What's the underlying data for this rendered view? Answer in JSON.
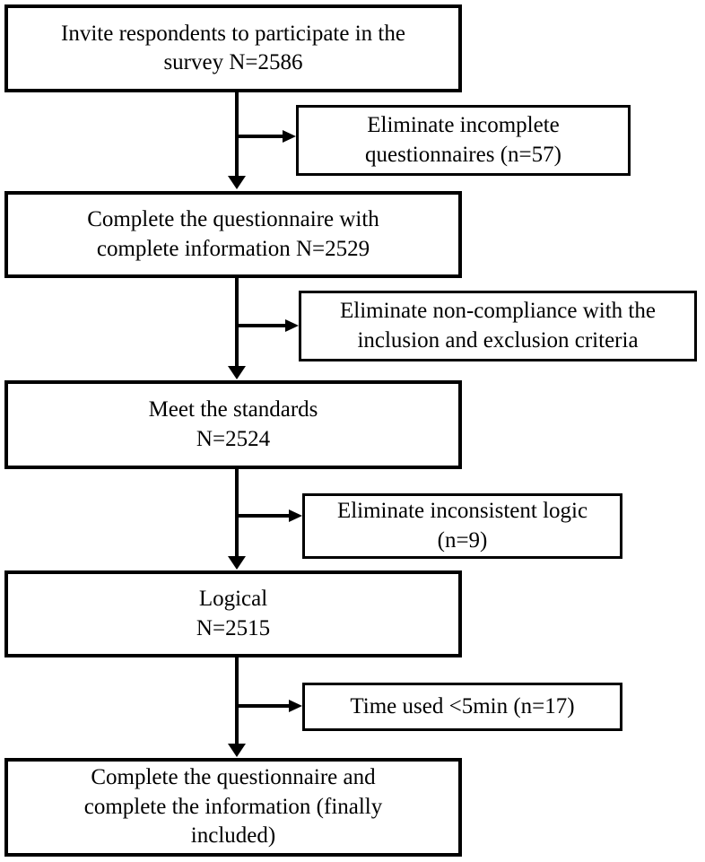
{
  "diagram": {
    "type": "flowchart",
    "background_color": "#ffffff",
    "line_color": "#000000",
    "main_boxes": [
      {
        "id": "invite",
        "label": "Invite respondents to participate in the\nsurvey N=2586",
        "n": 2586
      },
      {
        "id": "complete-information",
        "label": "Complete the questionnaire with\ncomplete information N=2529",
        "n": 2529
      },
      {
        "id": "meet-standards",
        "label": "Meet the standards\nN=2524",
        "n": 2524
      },
      {
        "id": "logical",
        "label": "Logical\nN=2515",
        "n": 2515
      },
      {
        "id": "finally-included",
        "label": "Complete the questionnaire and\ncomplete the information (finally\nincluded)"
      }
    ],
    "exclusion_boxes": [
      {
        "id": "incomplete-questionnaires",
        "label": "Eliminate incomplete\nquestionnaires (n=57)",
        "n_excluded": 57
      },
      {
        "id": "criteria-noncompliance",
        "label": "Eliminate non-compliance with the\ninclusion and exclusion criteria"
      },
      {
        "id": "inconsistent-logic",
        "label": "Eliminate inconsistent logic\n(n=9)",
        "n_excluded": 9
      },
      {
        "id": "time-under-5min",
        "label": "Time used <5min (n=17)",
        "n_excluded": 17
      }
    ]
  }
}
